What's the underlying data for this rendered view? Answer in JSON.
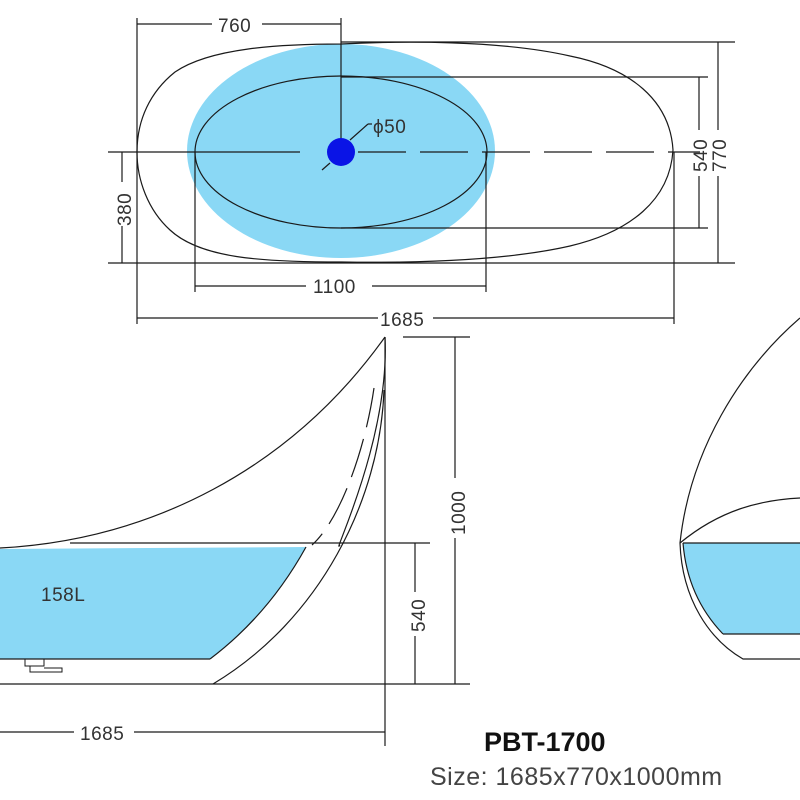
{
  "product": {
    "model": "PBT-1700",
    "size_label": "Size: 1685x770x1000mm"
  },
  "colors": {
    "water": "#8ad8f5",
    "drain": "#0a14e6",
    "line": "#1a1a1a"
  },
  "top_view": {
    "dim_drain_offset": "760",
    "dim_drain_diameter": "ϕ50",
    "dim_inner_width": "540",
    "dim_outer_width": "770",
    "dim_half_width": "380",
    "dim_inner_length": "1100",
    "dim_overall_length": "1685"
  },
  "side_view": {
    "volume": "158L",
    "dim_height": "1000",
    "dim_rim_height": "540",
    "dim_length": "1685"
  }
}
